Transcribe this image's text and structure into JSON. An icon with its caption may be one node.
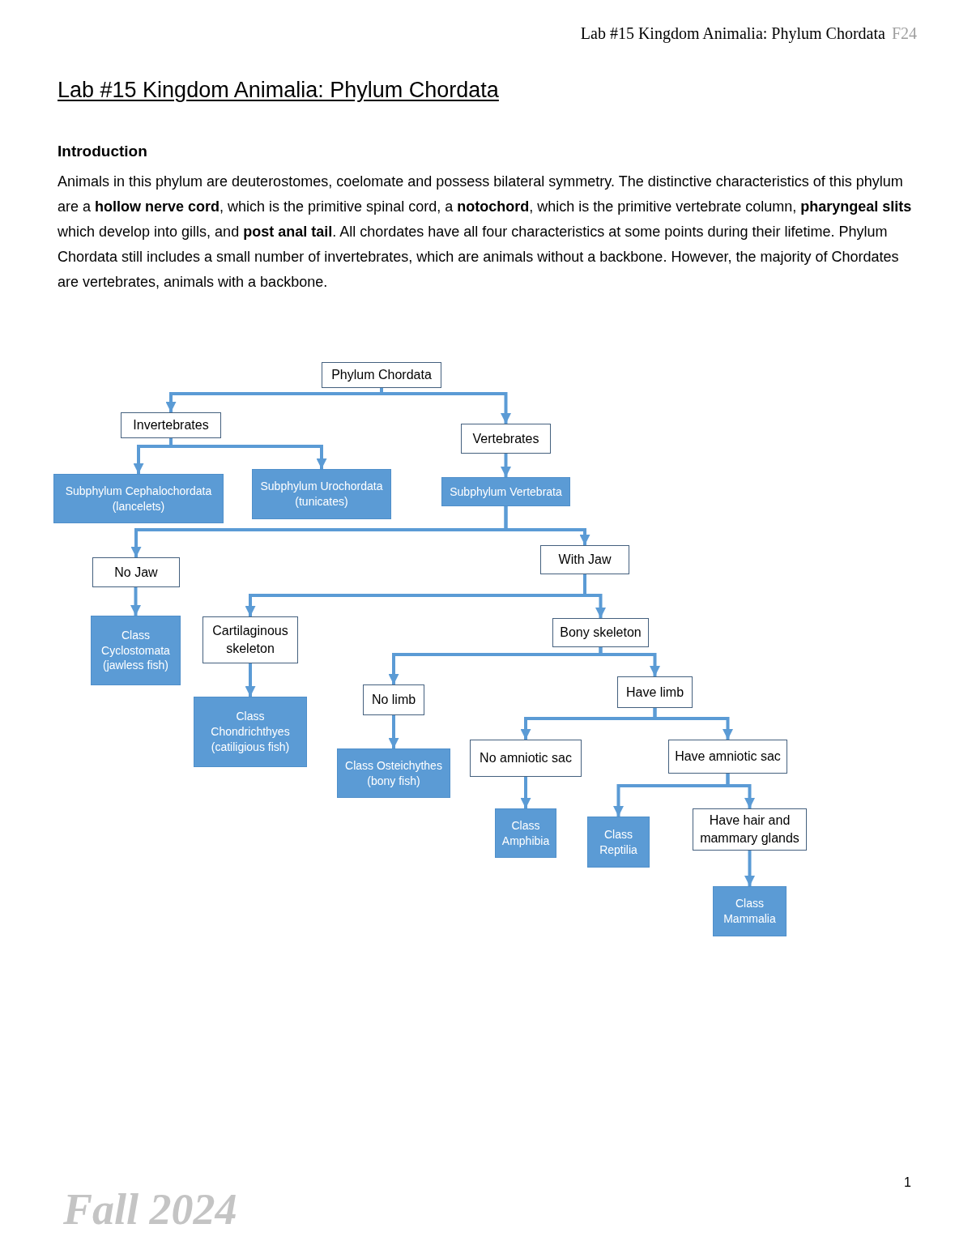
{
  "diagram": {
    "title": "Lab #15 Kingdom Animalia: Phylum Chordata",
    "nodes": [
      {
        "text": [
          "Phylum Chordata"
        ]
      },
      {
        "text": [
          "Invertebrates"
        ]
      },
      {
        "text": [
          "Vertebrates"
        ]
      },
      {
        "text": [
          "Subphylum Cephalochordata (lancelets)"
        ]
      },
      {
        "text": [
          "Subphylum Urochordata (tunicates)"
        ]
      },
      {
        "text": [
          "Subphylum Vertebrata"
        ]
      },
      {
        "text": [
          "No Jaw"
        ]
      },
      {
        "text": [
          "With Jaw"
        ]
      },
      {
        "text": [
          "Class Cyclostomata (jawless fish)"
        ]
      },
      {
        "text": [
          "Cartilaginous skeleton"
        ]
      },
      {
        "text": [
          "Bony skeleton"
        ]
      },
      {
        "text": [
          "Class Chondrichthyes (catiligious fish)"
        ]
      },
      {
        "text": [
          "No limb"
        ]
      },
      {
        "text": [
          "Have limb"
        ]
      },
      {
        "text": [
          "Class Osteichythes (bony fish)"
        ]
      },
      {
        "text": [
          "No amniotic sac"
        ]
      },
      {
        "text": [
          "Have amniotic sac"
        ]
      },
      {
        "text": [
          "Class Amphibia"
        ]
      },
      {
        "text": [
          "Class Reptilia"
        ]
      },
      {
        "text": [
          "Have hair and mammary glands"
        ]
      },
      {
        "text": [
          "Class Mammalia"
        ]
      }
    ],
    "edges": [
      {
        "from": 0,
        "to": 1,
        "arrow": "to"
      },
      {
        "from": 0,
        "to": 2,
        "arrow": "to"
      },
      {
        "from": 1,
        "to": 3,
        "arrow": "to"
      },
      {
        "from": 1,
        "to": 4,
        "arrow": "to"
      },
      {
        "from": 2,
        "to": 5,
        "arrow": "to"
      },
      {
        "from": 5,
        "to": 6,
        "arrow": "to"
      },
      {
        "from": 5,
        "to": 7,
        "arrow": "to"
      },
      {
        "from": 6,
        "to": 8,
        "arrow": "to"
      },
      {
        "from": 7,
        "to": 9,
        "arrow": "to"
      },
      {
        "from": 7,
        "to": 10,
        "arrow": "to"
      },
      {
        "from": 9,
        "to": 11,
        "arrow": "to"
      },
      {
        "from": 10,
        "to": 12,
        "arrow": "to"
      },
      {
        "from": 10,
        "to": 13,
        "arrow": "to"
      },
      {
        "from": 12,
        "to": 14,
        "arrow": "to"
      },
      {
        "from": 13,
        "to": 15,
        "arrow": "to"
      },
      {
        "from": 13,
        "to": 16,
        "arrow": "to"
      },
      {
        "from": 15,
        "to": 17,
        "arrow": "to"
      },
      {
        "from": 16,
        "to": 18,
        "arrow": "to"
      },
      {
        "from": 16,
        "to": 19,
        "arrow": "to"
      },
      {
        "from": 19,
        "to": 20,
        "arrow": "to"
      }
    ],
    "labels": [
      "Lab #15 Kingdom Animalia: Phylum Chordata",
      "F24",
      "Introduction",
      "Animals in this phylum are deuterostomes, coelomate and possess bilateral symmetry. The distinctive characteristics of this phylum are a **hollow nerve cord**, which is the primitive spinal cord, a **notochord**, which is the primitive vertebrate column, **pharyngeal slits** which develop into gills, and **post anal tail**. All chordates have all four characteristics at some points during their lifetime. Phylum Chordata still includes a small number of invertebrates, which are animals without a backbone. However, the majority of Chordates are vertebrates, animals with a backbone.",
      "1",
      "Fall 2024"
    ]
  }
}
